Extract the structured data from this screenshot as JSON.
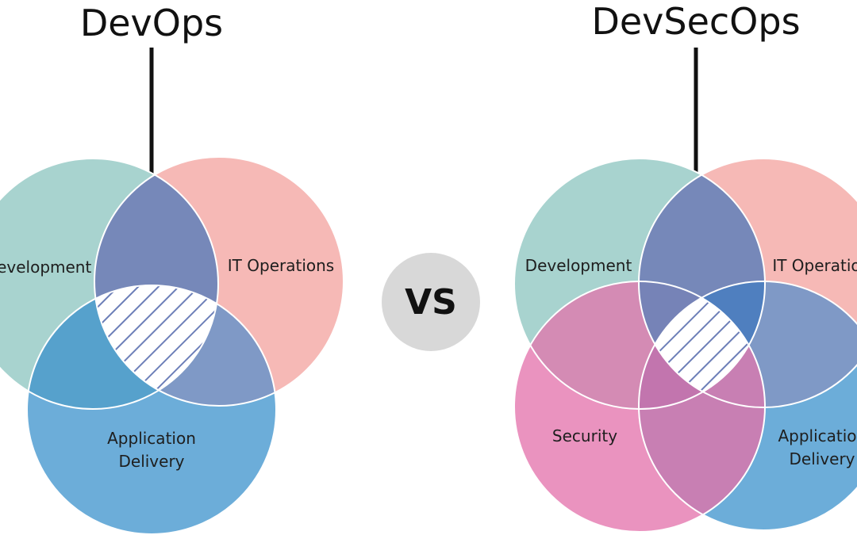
{
  "left_diagram": {
    "title": "DevOps",
    "sets": [
      {
        "id": "dev",
        "label": "Development",
        "color": "#a8d3cf"
      },
      {
        "id": "ops",
        "label": "IT Operations",
        "color": "#f6b9b6"
      },
      {
        "id": "app",
        "label": "Application",
        "label_line2": "Delivery",
        "color": "#6cadd9"
      }
    ],
    "overlap_colors": {
      "dev_ops": "#7688b9",
      "dev_app": "#56a1cc",
      "ops_app": "#7f99c6",
      "center": "#ffffff",
      "hatch": "#6d7fb8"
    }
  },
  "vs": {
    "label": "VS",
    "bg_color": "#d8d8d8"
  },
  "right_diagram": {
    "title": "DevSecOps",
    "sets": [
      {
        "id": "dev",
        "label": "Development",
        "color": "#a8d3cf"
      },
      {
        "id": "ops",
        "label": "IT Operatio",
        "color": "#f6b9b6"
      },
      {
        "id": "sec",
        "label": "Security",
        "color": "#ea93bf"
      },
      {
        "id": "app",
        "label": "Applicatio",
        "label_line2": "Delivery",
        "color": "#6cadd9"
      }
    ],
    "overlap_colors": {
      "dev_ops": "#7688b9",
      "dev_sec": "#d48bb4",
      "ops_app": "#7f99c6",
      "sec_app": "#c87fb3",
      "dev_ops_sec": "#7683b7",
      "dev_ops_app": "#4f7fbf",
      "dev_sec_app": "#c275ae",
      "center": "#ffffff",
      "hatch": "#6d7fb8"
    }
  }
}
